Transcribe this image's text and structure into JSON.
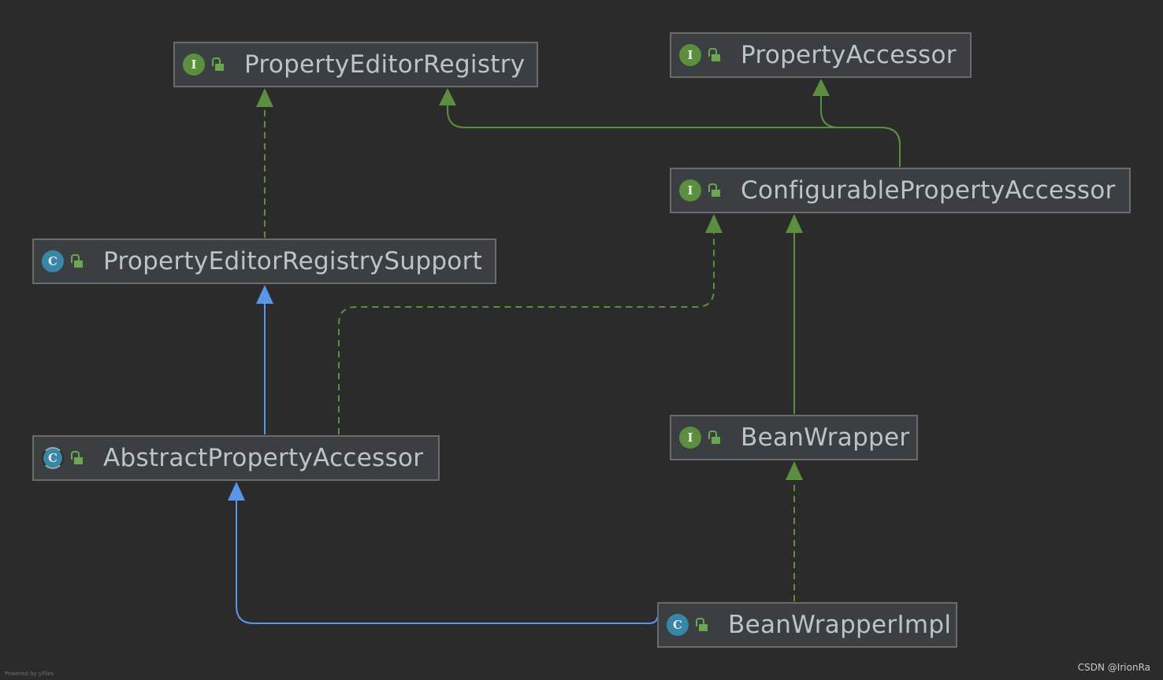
{
  "nodes": [
    {
      "id": "PropertyEditorRegistry",
      "label": "PropertyEditorRegistry",
      "kind": "interface",
      "kind_glyph": "I"
    },
    {
      "id": "PropertyAccessor",
      "label": "PropertyAccessor",
      "kind": "interface",
      "kind_glyph": "I"
    },
    {
      "id": "ConfigurablePropertyAccessor",
      "label": "ConfigurablePropertyAccessor",
      "kind": "interface",
      "kind_glyph": "I"
    },
    {
      "id": "PropertyEditorRegistrySupport",
      "label": "PropertyEditorRegistrySupport",
      "kind": "class",
      "kind_glyph": "C"
    },
    {
      "id": "AbstractPropertyAccessor",
      "label": "AbstractPropertyAccessor",
      "kind": "abstract-class",
      "kind_glyph": "C"
    },
    {
      "id": "BeanWrapper",
      "label": "BeanWrapper",
      "kind": "interface",
      "kind_glyph": "I"
    },
    {
      "id": "BeanWrapperImpl",
      "label": "BeanWrapperImpl",
      "kind": "class",
      "kind_glyph": "C"
    }
  ],
  "edges": [
    {
      "from": "ConfigurablePropertyAccessor",
      "to": "PropertyEditorRegistry",
      "relation": "extends"
    },
    {
      "from": "ConfigurablePropertyAccessor",
      "to": "PropertyAccessor",
      "relation": "extends"
    },
    {
      "from": "PropertyEditorRegistrySupport",
      "to": "PropertyEditorRegistry",
      "relation": "implements"
    },
    {
      "from": "AbstractPropertyAccessor",
      "to": "PropertyEditorRegistrySupport",
      "relation": "extends-class"
    },
    {
      "from": "AbstractPropertyAccessor",
      "to": "ConfigurablePropertyAccessor",
      "relation": "implements"
    },
    {
      "from": "BeanWrapper",
      "to": "ConfigurablePropertyAccessor",
      "relation": "extends"
    },
    {
      "from": "BeanWrapperImpl",
      "to": "BeanWrapper",
      "relation": "implements"
    },
    {
      "from": "BeanWrapperImpl",
      "to": "AbstractPropertyAccessor",
      "relation": "extends-class"
    }
  ],
  "icons": {
    "visibility": "unlocked-lock-icon"
  },
  "colors": {
    "background": "#2b2b2b",
    "node_fill": "#3c3f41",
    "node_border": "#6b6b6b",
    "label": "#bbc3cb",
    "interface_edge": "#5b8f3f",
    "class_edge": "#5a95e8",
    "interface_icon": "#5b8f3f",
    "class_icon": "#3a86a6",
    "lock": "#6aa84f"
  },
  "footer": {
    "credit": "Powered by yFiles",
    "watermark": "CSDN @IrionRa"
  }
}
